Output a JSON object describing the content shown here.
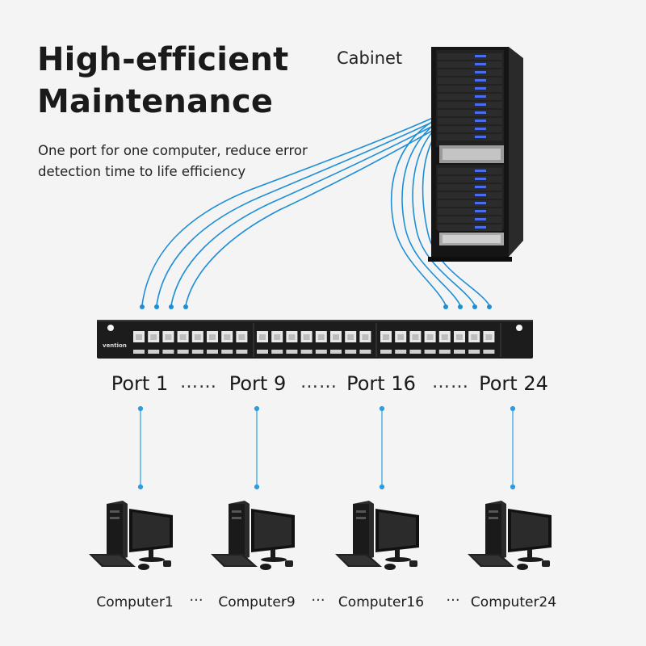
{
  "heading": {
    "line1": "High-efficient",
    "line2": "Maintenance"
  },
  "description": {
    "line1": "One port for one computer, reduce error",
    "line2": "detection time to life efficiency"
  },
  "cabinet": {
    "label": "Cabinet"
  },
  "patch_panel": {
    "brand": "vention"
  },
  "ports": [
    {
      "label": "Port 1"
    },
    {
      "label": "Port 9"
    },
    {
      "label": "Port 16"
    },
    {
      "label": "Port 24"
    }
  ],
  "port_separator": "……",
  "computers": [
    {
      "label": "Computer1"
    },
    {
      "label": "Computer9"
    },
    {
      "label": "Computer16"
    },
    {
      "label": "Computer24"
    }
  ],
  "computer_separator": "···",
  "colors": {
    "cable": "#1e8fd6",
    "panel": "#1c1c1c",
    "text": "#1a1a1a"
  }
}
